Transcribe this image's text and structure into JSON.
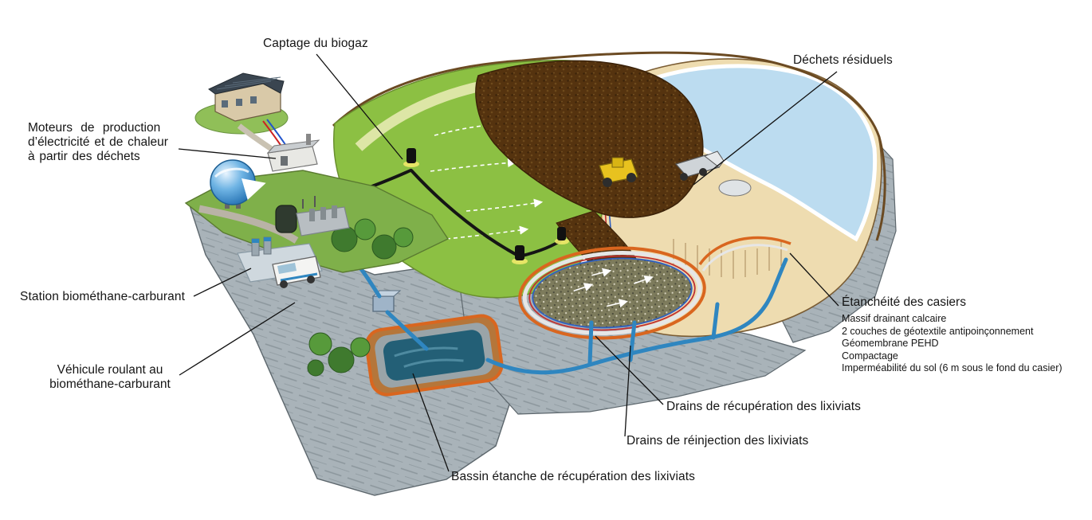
{
  "diagram": {
    "subject": "Coupe illustrée d'une installation de stockage de déchets (centre d'enfouissement) avec valorisation du biogaz",
    "labels": {
      "captage_biogaz": "Captage du biogaz",
      "dechets_residuels": "Déchets résiduels",
      "moteurs": {
        "line1": "Moteurs de production",
        "line2": "d’électricité et de chaleur",
        "line3": "à partir des déchets"
      },
      "station_biomethane": "Station biométhane-carburant",
      "vehicule": {
        "line1": "Véhicule roulant au",
        "line2": "biométhane-carburant"
      },
      "etancheite": {
        "title": "Étanchéité des casiers",
        "items": [
          "Massif drainant calcaire",
          "2 couches de géotextile antipoinçonnement",
          "Géomembrane PEHD",
          "Compactage",
          "Imperméabilité du sol (6 m sous le fond du casier)"
        ]
      },
      "drains_recuperation": "Drains de récupération des lixiviats",
      "drains_reinjection": "Drains de réinjection des lixiviats",
      "bassin": "Bassin étanche de récupération des lixiviats"
    },
    "colors": {
      "grass_green": "#8cc043",
      "road_light_green": "#dde6a6",
      "waste_brown": "#55330f",
      "sand": "#eedcb0",
      "liner_blue": "#bcdcf0",
      "liner_orange": "#d9661f",
      "pipe_blue": "#2f86c0",
      "pipe_black": "#151515",
      "rock_gray": "#a9b3b9",
      "pond_teal": "#235f76",
      "sphere_blue": "#2a7fc1",
      "compactor_yellow": "#e8c21f"
    }
  }
}
